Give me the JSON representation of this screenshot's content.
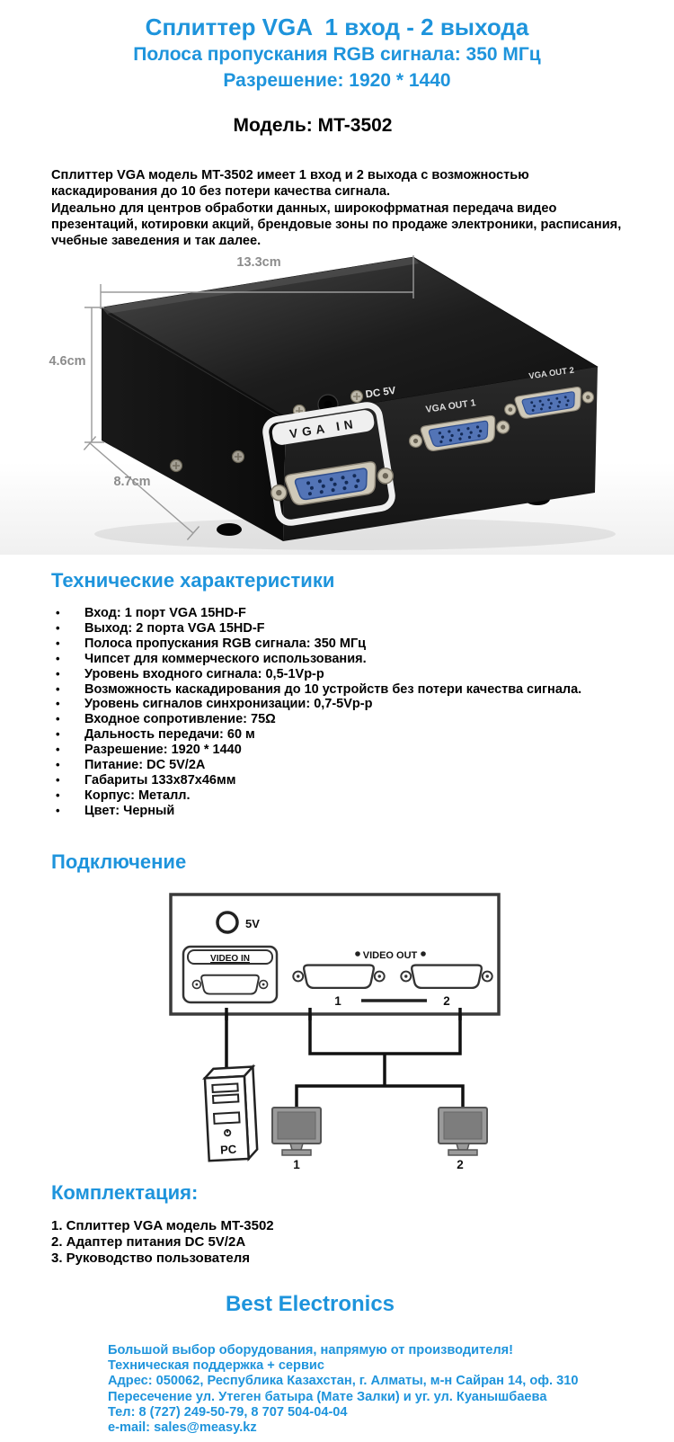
{
  "colors": {
    "accent_blue": "#1E94DC",
    "dim_gray": "#8c8c8c"
  },
  "header": {
    "line1": "Сплиттер VGA  1 вход - 2 выхода",
    "line2": "Полоса пропускания RGB сигнала: 350 МГц",
    "line3": "Разрешение: 1920 * 1440",
    "model": "Модель: MT-3502"
  },
  "description": {
    "p1": "Сплиттер VGA модель MT-3502 имеет 1 вход и 2 выхода с возможностью каскадирования до 10 без потери качества сигнала.",
    "p2": "Идеально для центров обработки данных, широкофрматная передача видео презентаций, котировки акций, брендовые зоны по продаже электроники, расписания, учебные заведения и так далее."
  },
  "product_photo": {
    "dim_width": "13.3cm",
    "dim_height": "4.6cm",
    "dim_depth": "8.7cm",
    "label_power": "DC 5V",
    "label_input": "VGA IN",
    "label_output1": "VGA OUT 1",
    "label_output2": "VGA OUT 2"
  },
  "specs": {
    "heading": "Технические характеристики",
    "items": [
      "Вход: 1 порт VGA 15HD-F",
      "Выход: 2 порта  VGA 15HD-F",
      "Полоса пропускания RGB сигнала: 350 МГц",
      "Чипсет для коммерческого использования.",
      "Уровень входного сигнала: 0,5-1Vp-p",
      "Возможность каскадирования до 10 устройств без потери качества сигнала.",
      "Уровень сигналов синхронизации: 0,7-5Vp-p",
      "Входное сопротивление: 75Ω",
      "Дальность передачи: 60 м",
      "Разрешение: 1920 * 1440",
      "Питание: DC 5V/2A",
      "Габариты 133x87x46мм",
      "Корпус: Металл.",
      "Цвет: Черный"
    ]
  },
  "connection": {
    "heading": "Подключение",
    "diagram": {
      "power_label": "5V",
      "video_in": "VIDEO IN",
      "video_out": "VIDEO OUT",
      "out1_num": "1",
      "out2_num": "2",
      "pc_label": "PC",
      "monitor1_num": "1",
      "monitor2_num": "2"
    }
  },
  "package": {
    "heading": "Комплектация:",
    "items": [
      "1. Сплиттер VGA модель  MT-3502",
      "2. Адаптер питания  DC 5V/2A",
      "3. Руководство пользователя"
    ]
  },
  "footer": {
    "brand": "Best Electronics",
    "lines": [
      "Большой выбор оборудования, напрямую от производителя!",
      "Техническая поддержка + сервис",
      "Адрес: 050062, Республика Казахстан, г. Алматы, м-н Сайран 14, оф. 310",
      "Пересечение ул. Утеген батыра (Мате Залки) и уг. ул. Куанышбаева",
      "Тел: 8 (727) 249-50-79, 8 707 504-04-04",
      "e-mail: sales@measy.kz"
    ]
  }
}
